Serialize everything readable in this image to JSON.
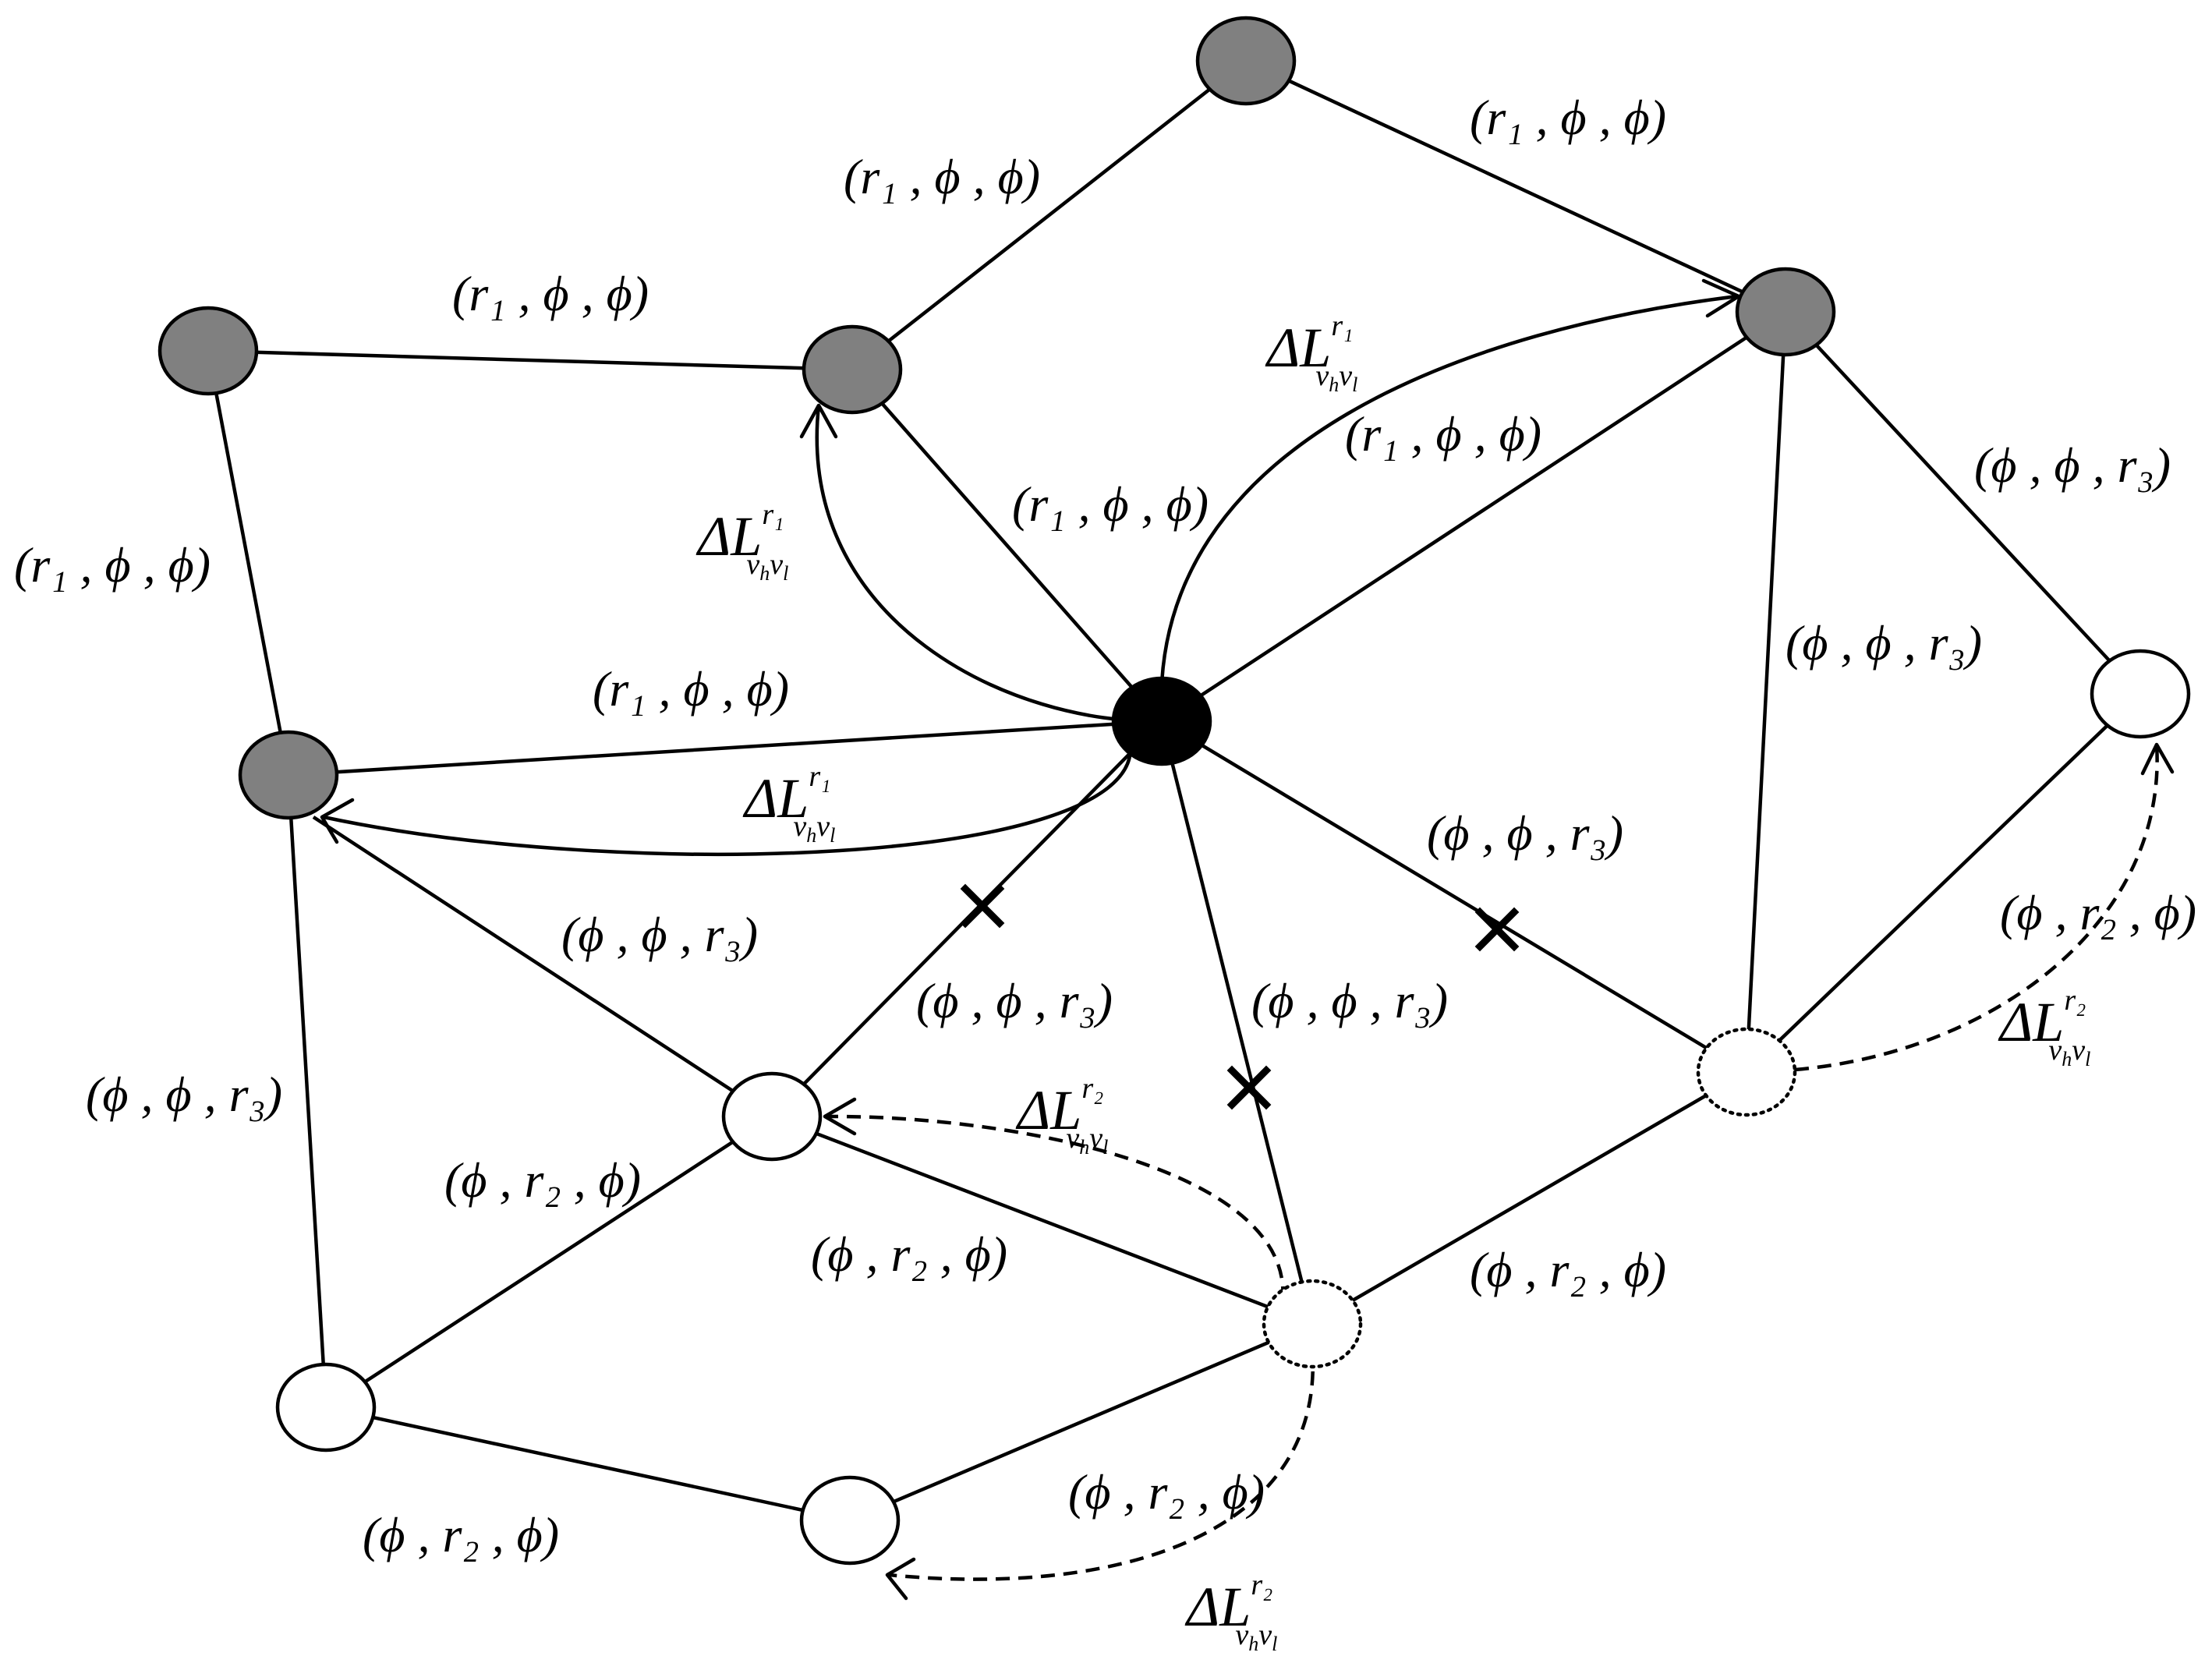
{
  "colors": {
    "center_node": "#000000",
    "gray_node": "#808080",
    "open_node": "#ffffff",
    "line": "#000000"
  },
  "edge_labels": {
    "top_left_upper": "(r₁ , ϕ , ϕ)",
    "top_right": "(r₁ , ϕ , ϕ)",
    "top_left": "(r₁ , ϕ , ϕ)",
    "left_vertical": "(r₁ , ϕ , ϕ)",
    "center_upper_left": "(r₁ , ϕ , ϕ)",
    "center_upper_right": "(r₁ , ϕ , ϕ)",
    "center_left": "(r₁ , ϕ , ϕ)",
    "right_diagonal": "(ϕ , ϕ , r₃)",
    "right_vertical": "(ϕ , ϕ , r₃)",
    "center_right_lower": "(ϕ , ϕ , r₃)",
    "left_middle_diag": "(ϕ , ϕ , r₃)",
    "center_lower_left": "(ϕ , ϕ , r₃)",
    "center_lower": "(ϕ , ϕ , r₃)",
    "left_lower_vertical": "(ϕ , ϕ , r₃)",
    "right_lower": "(ϕ , r₂ , ϕ)",
    "lower_left_diag": "(ϕ , r₂ , ϕ)",
    "lower_middle": "(ϕ , r₂ , ϕ)",
    "lower_right": "(ϕ , r₂ , ϕ)",
    "bottom_middle": "(ϕ , r₂ , ϕ)",
    "bottom_left": "(ϕ , r₂ , ϕ)"
  },
  "delta_labels": {
    "main": "ΔL",
    "sub": "v",
    "sub_h": "h",
    "sub_l": "l",
    "r1_sup": "r₁",
    "r2_sup": "r₂"
  }
}
